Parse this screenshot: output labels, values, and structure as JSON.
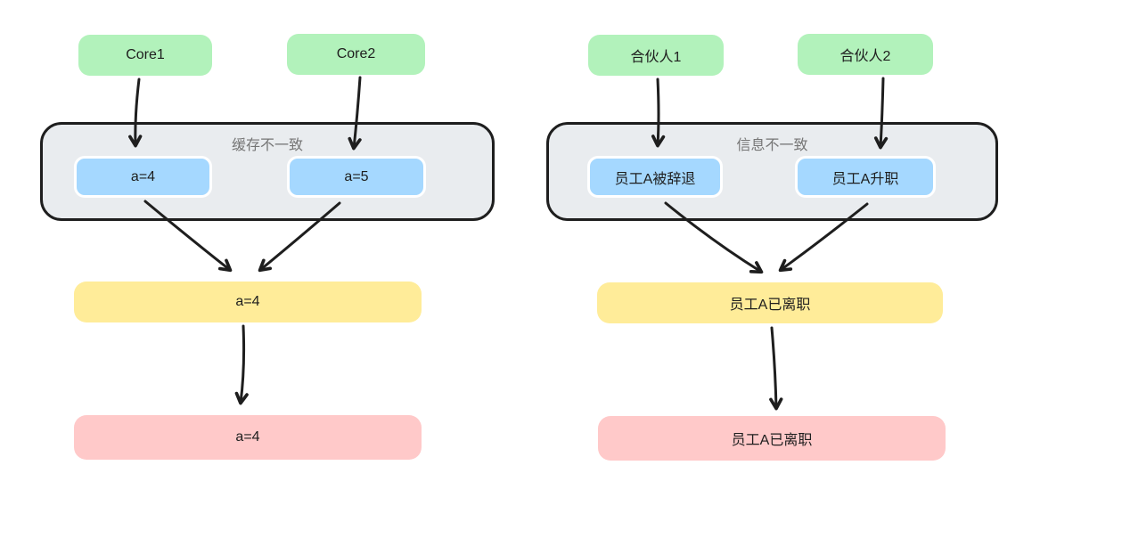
{
  "diagram": {
    "title_hint": "cache inconsistency vs information inconsistency analogy flowchart",
    "colors": {
      "source_fill": "#b2f2bb",
      "cache_fill": "#a5d8ff",
      "cache_border": "#ffffff",
      "merged_fill": "#ffec99",
      "final_fill": "#ffc9c9",
      "group_fill": "#e9ecef",
      "stroke": "#1e1e1e",
      "group_label_text": "#757575"
    },
    "left": {
      "source1": "Core1",
      "source2": "Core2",
      "group_label": "缓存不一致",
      "cache1": "a=4",
      "cache2": "a=5",
      "merged": "a=4",
      "final": "a=4"
    },
    "right": {
      "source1": "合伙人1",
      "source2": "合伙人2",
      "group_label": "信息不一致",
      "cache1": "员工A被辞退",
      "cache2": "员工A升职",
      "merged": "员工A已离职",
      "final": "员工A已离职"
    }
  }
}
